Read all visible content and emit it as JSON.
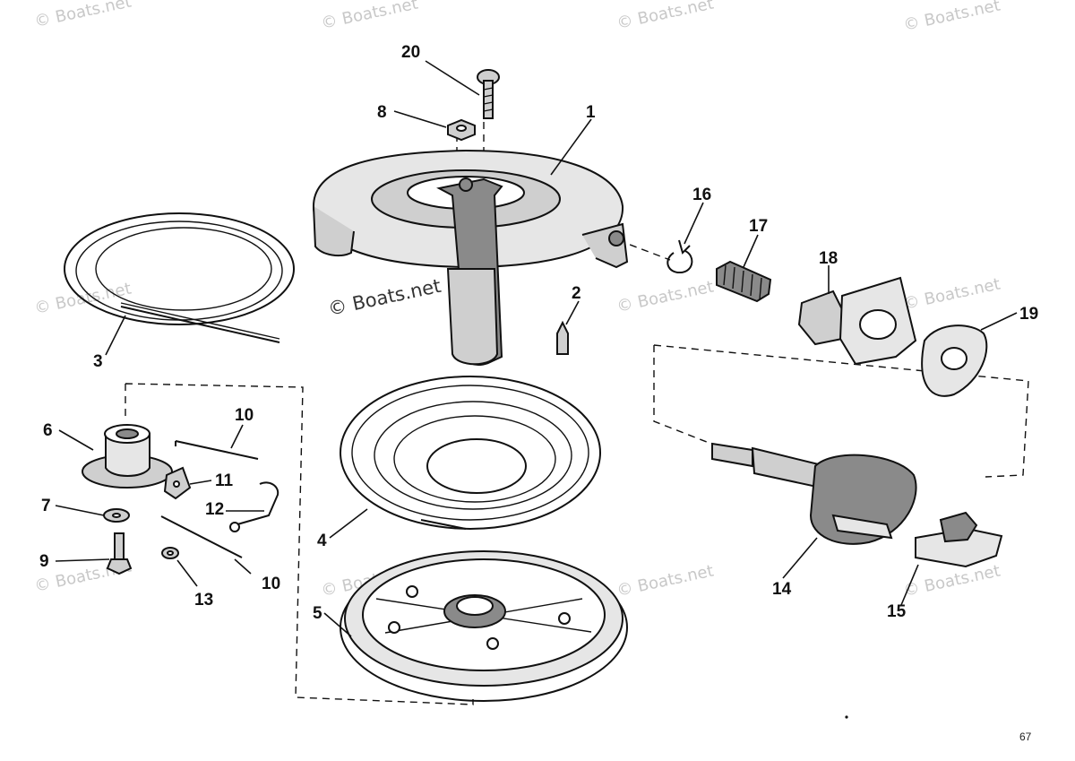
{
  "diagram": {
    "callouts": [
      {
        "id": "c1",
        "label": "1"
      },
      {
        "id": "c2",
        "label": "2"
      },
      {
        "id": "c3",
        "label": "3"
      },
      {
        "id": "c4",
        "label": "4"
      },
      {
        "id": "c5",
        "label": "5"
      },
      {
        "id": "c6",
        "label": "6"
      },
      {
        "id": "c7",
        "label": "7"
      },
      {
        "id": "c8",
        "label": "8"
      },
      {
        "id": "c9",
        "label": "9"
      },
      {
        "id": "c10a",
        "label": "10"
      },
      {
        "id": "c10b",
        "label": "10"
      },
      {
        "id": "c11",
        "label": "11"
      },
      {
        "id": "c12",
        "label": "12"
      },
      {
        "id": "c13",
        "label": "13"
      },
      {
        "id": "c14",
        "label": "14"
      },
      {
        "id": "c15",
        "label": "15"
      },
      {
        "id": "c16",
        "label": "16"
      },
      {
        "id": "c17",
        "label": "17"
      },
      {
        "id": "c18",
        "label": "18"
      },
      {
        "id": "c19",
        "label": "19"
      },
      {
        "id": "c20",
        "label": "20"
      }
    ],
    "watermark_text": "© Boats.net",
    "page_number": "67"
  }
}
